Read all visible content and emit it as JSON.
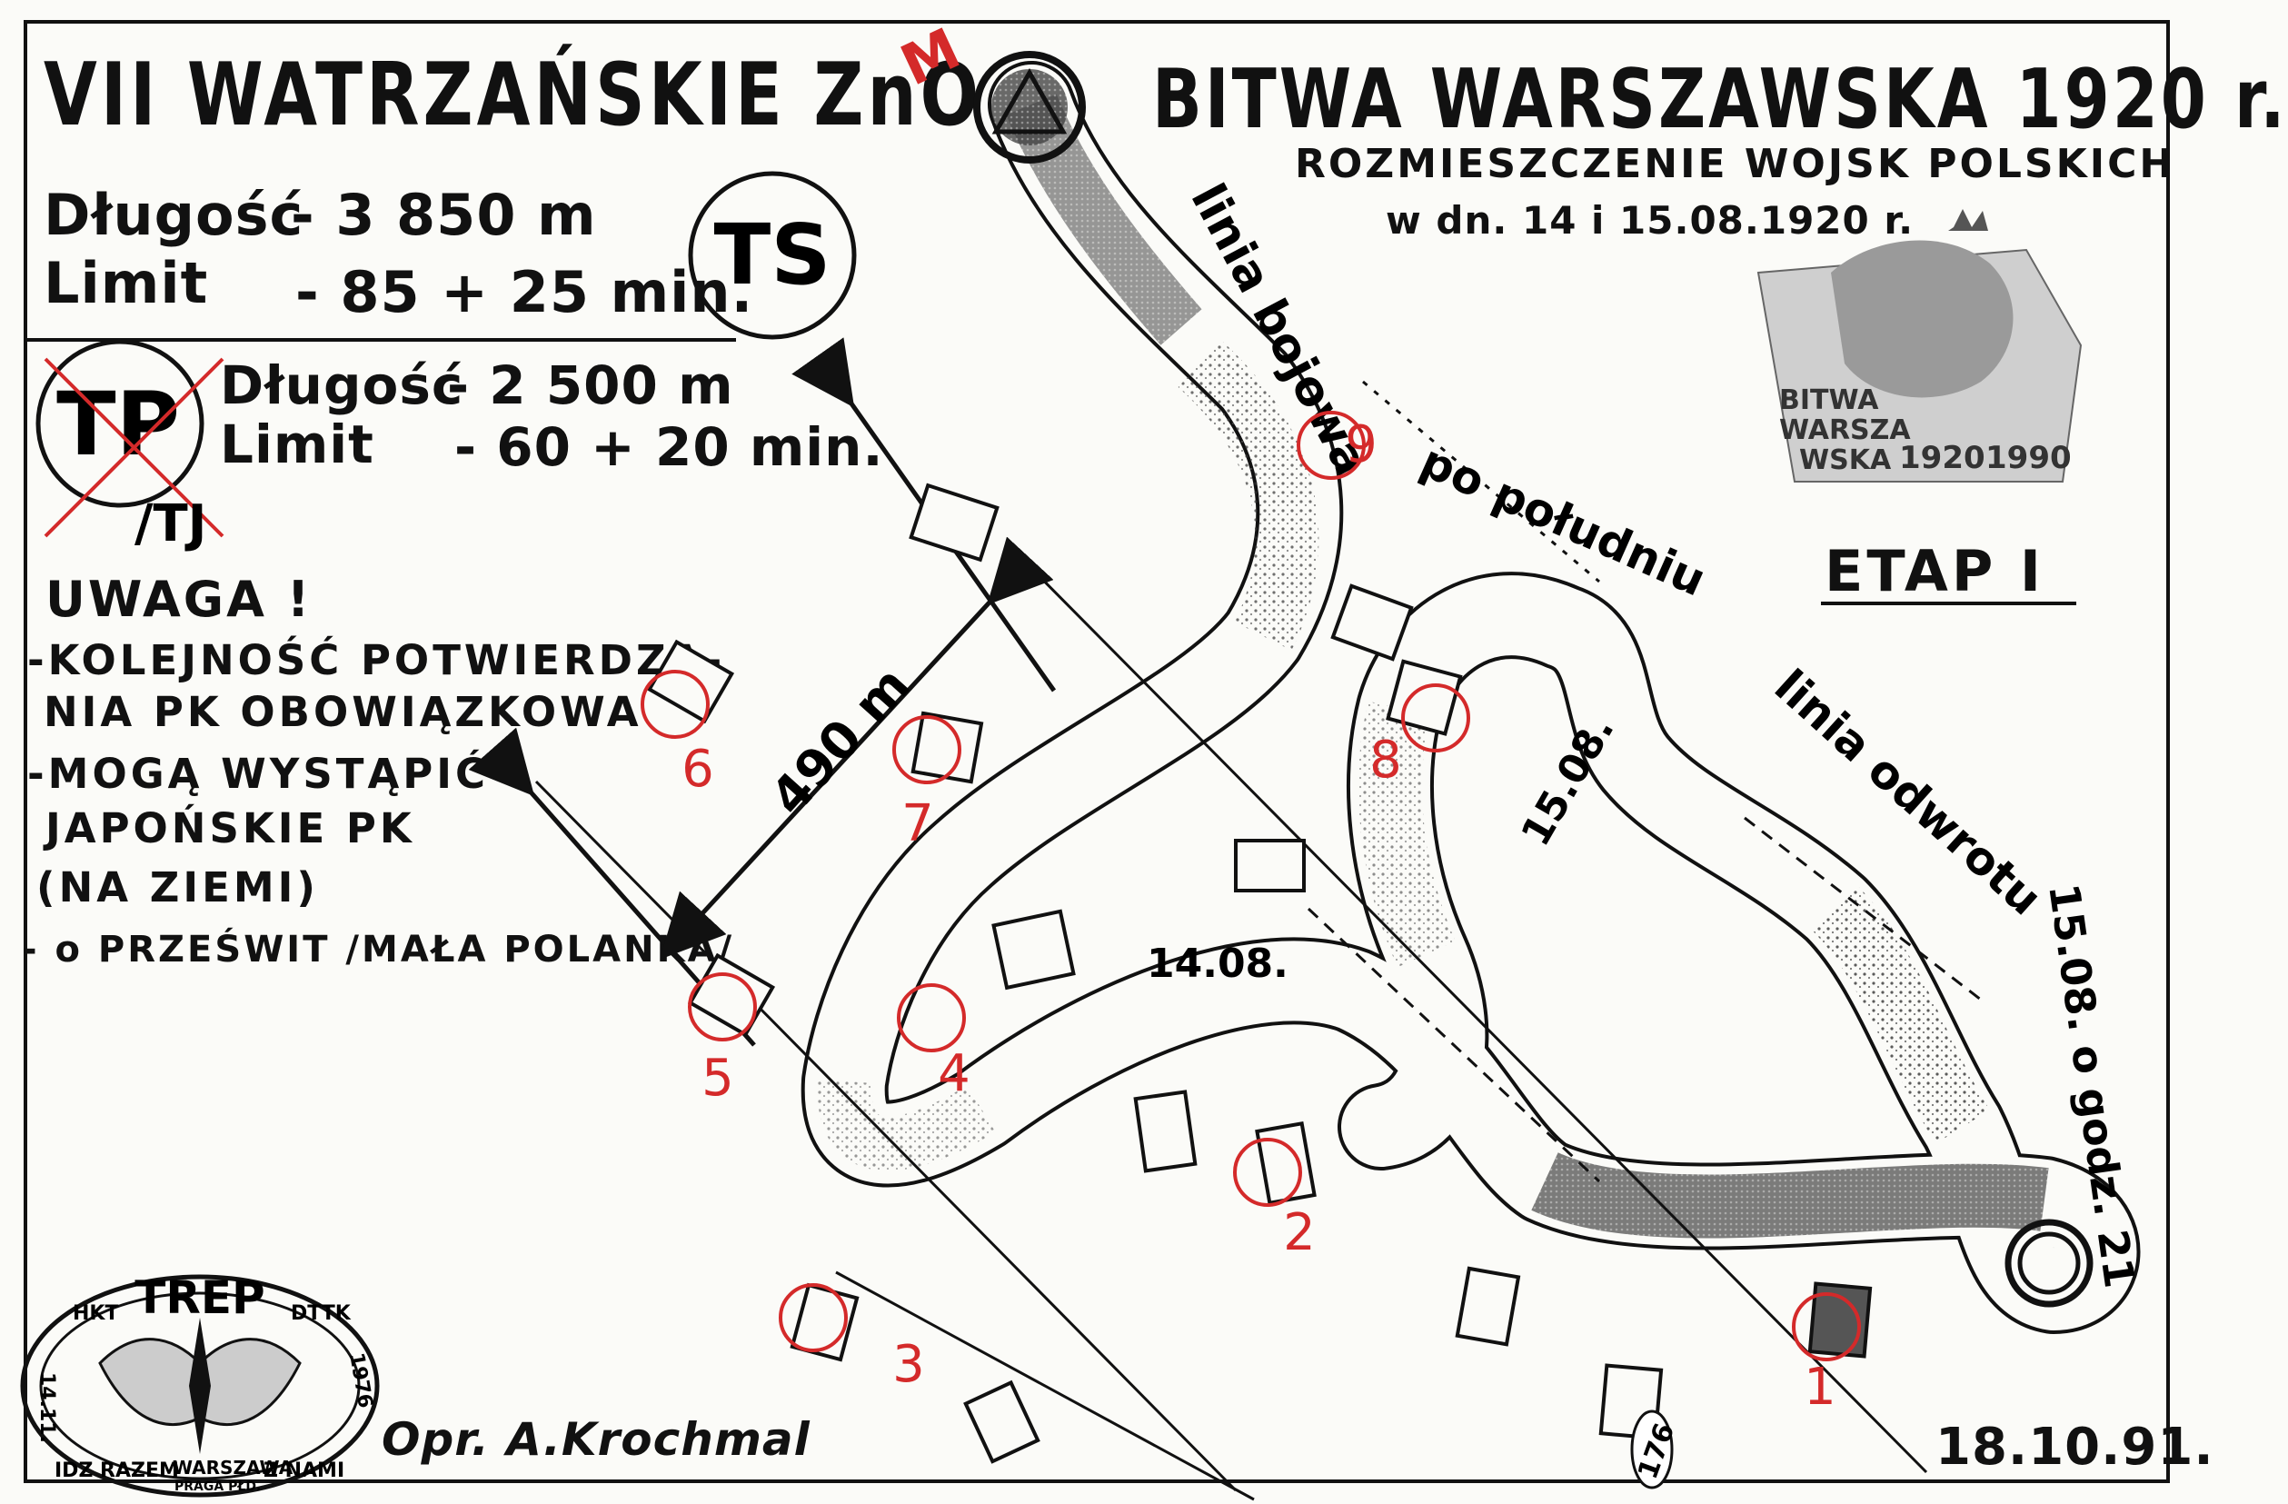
{
  "event": {
    "title_left": "VII WATRZAŃSKIE ZnO",
    "title_right": "BITWA WARSZAWSKA 1920 r.",
    "subtitle_line1": "ROZMIESZCZENIE WOJSK POLSKICH",
    "subtitle_line2": "w dn. 14 i 15.08.1920 r.",
    "stage": "ETAP I",
    "date": "18.10.91.",
    "author": "Opr. A.Krochmal",
    "stamp_number": "176"
  },
  "routes": [
    {
      "badge": "TS",
      "length_label": "Długość",
      "length_value": "- 3 850 m",
      "limit_label": "Limit",
      "limit_value": "- 85 + 25 min."
    },
    {
      "badge": "TP",
      "badge_suffix": "/TJ",
      "length_label": "Długość",
      "length_value": "- 2 500 m",
      "limit_label": "Limit",
      "limit_value": "- 60 + 20 min."
    }
  ],
  "notes": {
    "heading": "UWAGA !",
    "lines": [
      "-KOLEJNOŚĆ POTWIERDZA-",
      "NIA PK OBOWIĄZKOWA",
      "-MOGĄ WYSTĄPIĆ",
      "JAPOŃSKIE PK",
      "(NA ZIEMI)",
      "- o PRZEŚWIT /MAŁA POLANKA/"
    ]
  },
  "map_labels": {
    "start": "M",
    "line_battle": "linia bojowa",
    "line_south": "po południu",
    "line_retreat": "linia odwrotu",
    "retreat_time": "15.08. o godz. 21",
    "date_1408": "14.08.",
    "date_1508": "15.08.",
    "distance": "490 m"
  },
  "controls": [
    "1",
    "2",
    "3",
    "4",
    "5",
    "6",
    "7",
    "8",
    "9"
  ],
  "logo": {
    "top": "TREP",
    "left_top": "HKT",
    "right_top": "DTTK",
    "left_side": "14.11.",
    "right_side": "1976",
    "bottom_left": "IDZ RAZEM",
    "bottom_mid": "WARSZAWA",
    "bottom_mid2": "PRAGA PŁD.",
    "bottom_right": "Z NAMI"
  },
  "emblem": {
    "text1": "BITWA",
    "text2": "WARSZA",
    "text3": "WSKA",
    "year1": "1920",
    "year2": "1990"
  },
  "colors": {
    "ink": "#111111",
    "control_red": "#d42a2a",
    "paper": "#fbfbf8"
  }
}
